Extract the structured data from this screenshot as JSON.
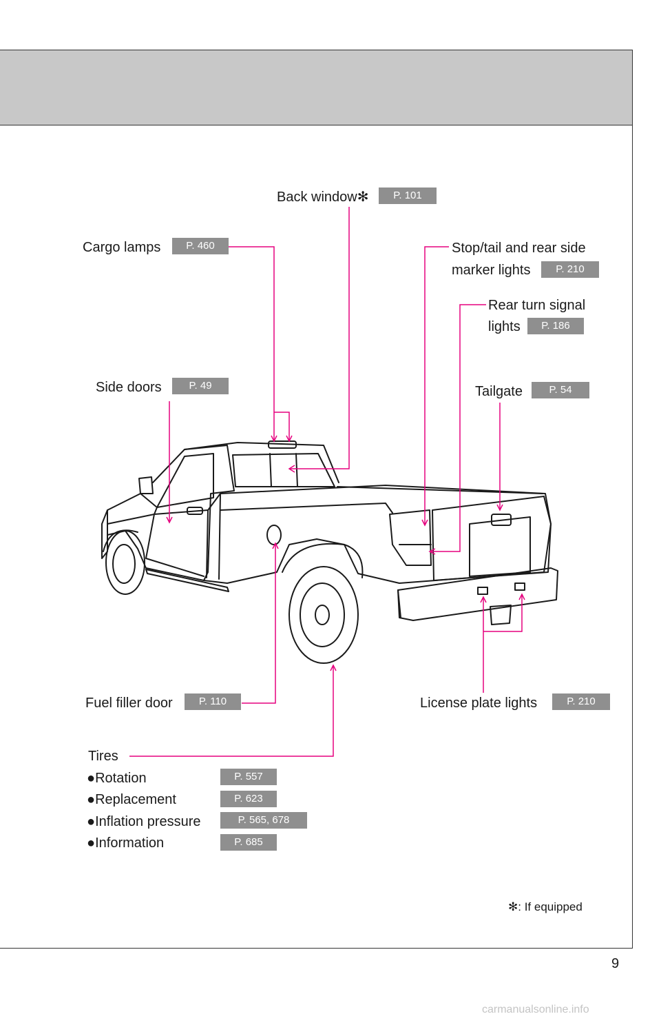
{
  "callouts": {
    "back_window": {
      "label": "Back window",
      "asterisk": "✻",
      "page": "P. 101"
    },
    "cargo_lamps": {
      "label": "Cargo lamps",
      "page": "P. 460"
    },
    "stop_tail": {
      "label_line1": "Stop/tail and rear side",
      "label_line2": "marker lights",
      "page": "P. 210"
    },
    "rear_turn": {
      "label_line1": "Rear turn signal",
      "label_line2": "lights",
      "page": "P. 186"
    },
    "side_doors": {
      "label": "Side doors",
      "page": "P. 49"
    },
    "tailgate": {
      "label": "Tailgate",
      "page": "P. 54"
    },
    "fuel_filler": {
      "label": "Fuel filler door",
      "page": "P. 110"
    },
    "license_plate": {
      "label": "License plate lights",
      "page": "P. 210"
    }
  },
  "tires": {
    "title": "Tires",
    "bullet": "●",
    "items": [
      {
        "label": "Rotation",
        "page": "P. 557"
      },
      {
        "label": "Replacement",
        "page": "P. 623"
      },
      {
        "label": "Inflation pressure",
        "page": "P. 565, 678"
      },
      {
        "label": "Information",
        "page": "P. 685"
      }
    ]
  },
  "footnote": {
    "asterisk": "✻",
    "text": ": If equipped"
  },
  "page_number": "9",
  "watermark": "carmanualsonline.info",
  "colors": {
    "callout_line": "#e5007e",
    "badge_bg": "#8f8f8f",
    "header_band": "#c8c8c8"
  }
}
